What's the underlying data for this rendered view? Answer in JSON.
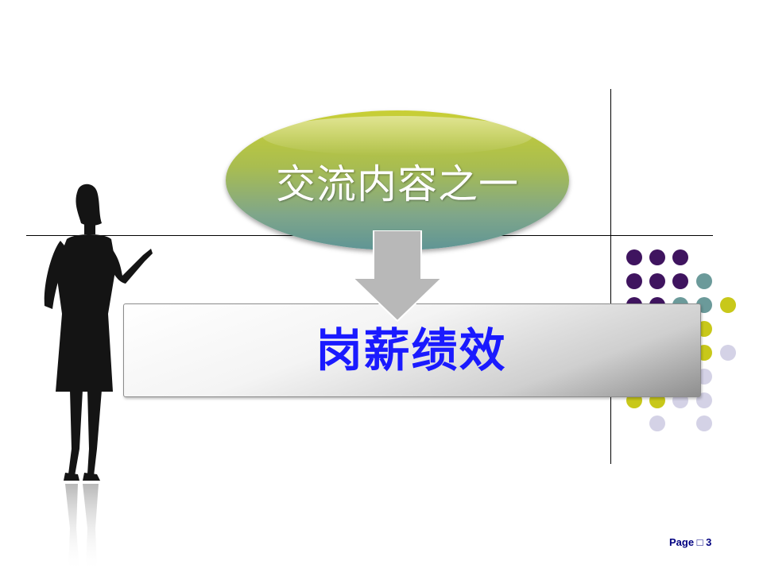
{
  "slide": {
    "oval_title": "交流内容之一",
    "box_title": "岗薪绩效",
    "footer": "Page □ 3"
  },
  "colors": {
    "purple": "#3f145f",
    "teal": "#6b9a9a",
    "yellow": "#c8c81a",
    "lavender": "#d4d2e6",
    "box_text": "#1a1aff",
    "footer_text": "#000080"
  },
  "icons": {
    "arrow": "down-arrow-icon",
    "person": "woman-silhouette-icon"
  }
}
